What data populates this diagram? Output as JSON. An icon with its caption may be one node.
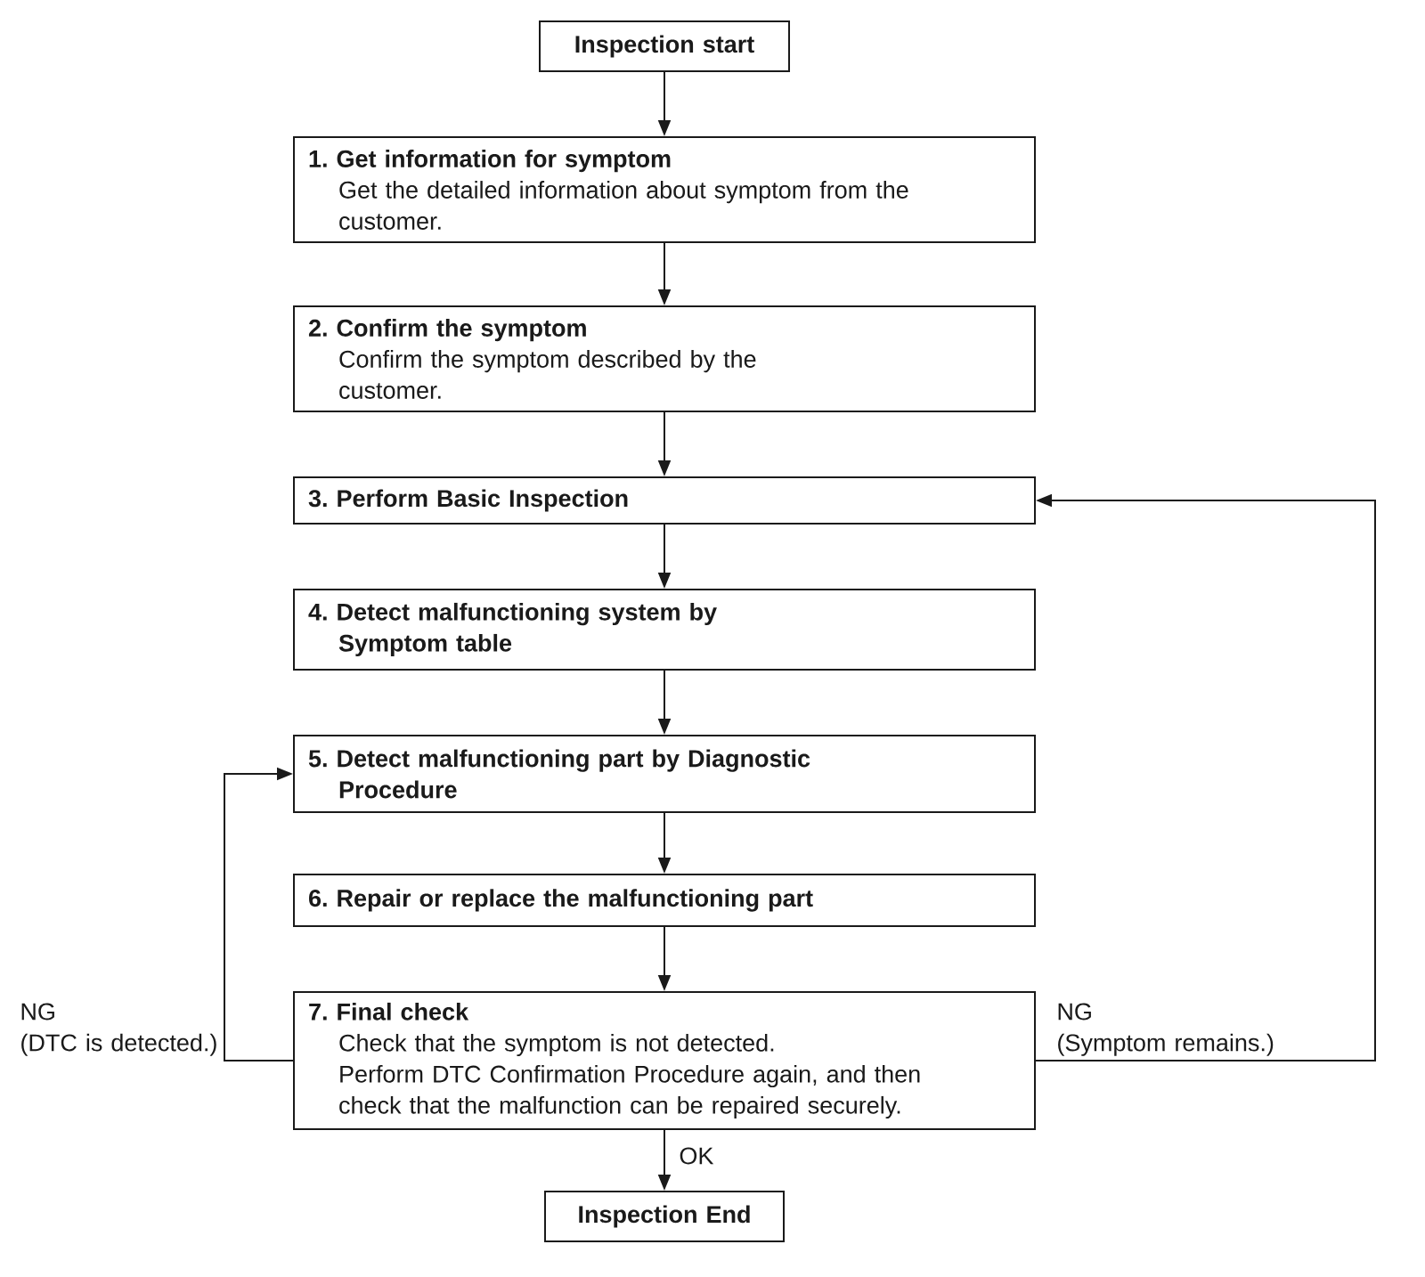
{
  "diagram": {
    "nodes": [
      {
        "text": [
          "Inspection start"
        ]
      },
      {
        "text": [
          "1. Get information for symptom",
          "Get the detailed information about symptom from the customer."
        ]
      },
      {
        "text": [
          "2. Confirm the symptom",
          "Confirm the symptom described by the customer."
        ]
      },
      {
        "text": [
          "3. Perform Basic Inspection"
        ]
      },
      {
        "text": [
          "4. Detect malfunctioning system by Symptom table"
        ]
      },
      {
        "text": [
          "5. Detect malfunctioning part by Diagnostic Procedure"
        ]
      },
      {
        "text": [
          "6. Repair or replace the malfunctioning part"
        ]
      },
      {
        "text": [
          "7. Final check",
          "Check that the symptom is not detected.",
          "Perform DTC Confirmation Procedure again, and then check that the malfunction can be repaired securely."
        ]
      },
      {
        "text": [
          "Inspection End"
        ]
      }
    ],
    "edges": [
      {
        "from": 0,
        "to": 1,
        "arrow": "to"
      },
      {
        "from": 1,
        "to": 2,
        "arrow": "to"
      },
      {
        "from": 2,
        "to": 3,
        "arrow": "to"
      },
      {
        "from": 3,
        "to": 4,
        "arrow": "to"
      },
      {
        "from": 4,
        "to": 5,
        "arrow": "to"
      },
      {
        "from": 5,
        "to": 6,
        "arrow": "to"
      },
      {
        "from": 6,
        "to": 7,
        "arrow": "to"
      },
      {
        "from": 7,
        "to": 5,
        "arrow": "to",
        "label": "NG (DTC is detected.)"
      },
      {
        "from": 7,
        "to": 3,
        "arrow": "to",
        "label": "NG (Symptom remains.)"
      },
      {
        "from": 7,
        "to": 8,
        "arrow": "to",
        "label": "OK"
      }
    ]
  }
}
